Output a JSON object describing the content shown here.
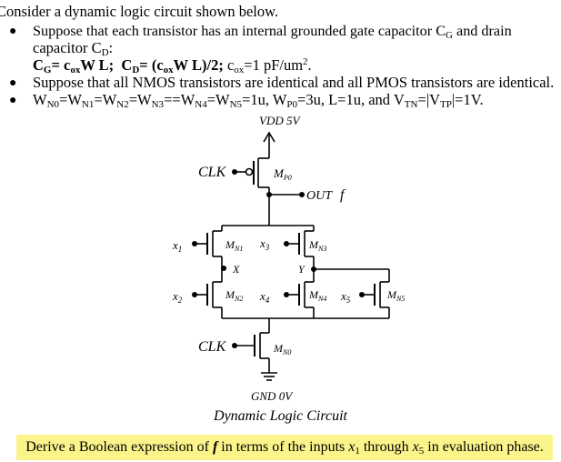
{
  "problem": {
    "intro": "Consider a dynamic logic circuit shown below.",
    "bullets": [
      {
        "text_line1": "Suppose that each transistor has an internal grounded gate capacitor C",
        "cg_sub": "G",
        "text_and": " and drain",
        "text_line2": "capacitor C",
        "cd_sub": "D",
        "text_colon": ":",
        "formula_cg": "C",
        "formula_cg_sub": "G",
        "formula_cg_eq": "= c",
        "formula_ox_sub": "ox",
        "formula_wl": "W L;",
        "formula_cd": "C",
        "formula_cd_sub": "D",
        "formula_cd_eq": "= (c",
        "formula_cd_ox_sub": "ox",
        "formula_cd_rest": "W L)/2;",
        "formula_cox": "c",
        "formula_cox_sub": "ox",
        "formula_cox_val": "=1 pF/um",
        "formula_cox_sup": "2",
        "formula_cox_end": "."
      },
      {
        "text": "Suppose that all NMOS transistors are identical and all PMOS transistors are identical."
      },
      {
        "w": "W",
        "n0": "N0",
        "n1": "N1",
        "n2": "N2",
        "n3": "N3",
        "n4": "N4",
        "n5": "N5",
        "eq": "=",
        "eq_double": "==",
        "val_1u": "=1u,",
        "wp0": "P0",
        "val_3u": "=3u,",
        "l": "L=1u, and V",
        "vtn": "TN",
        "eq_abs": "=|V",
        "vtp": "TP",
        "end": "|=1V."
      }
    ]
  },
  "circuit": {
    "vdd": "VDD 5V",
    "gnd": "GND 0V",
    "clk_top": "CLK",
    "clk_bottom": "CLK",
    "out": "OUT",
    "f": "f",
    "node_x": "X",
    "node_y": "Y",
    "inputs": [
      "x",
      "x",
      "x",
      "x",
      "x"
    ],
    "input_subs": [
      "1",
      "2",
      "3",
      "4",
      "5"
    ],
    "transistors": {
      "mp0": "M",
      "mp0_sub": "P0",
      "mn0": "M",
      "mn0_sub": "N0",
      "mn1": "M",
      "mn1_sub": "N1",
      "mn2": "M",
      "mn2_sub": "N2",
      "mn3": "M",
      "mn3_sub": "N3",
      "mn4": "M",
      "mn4_sub": "N4",
      "mn5": "M",
      "mn5_sub": "N5"
    }
  },
  "caption": "Dynamic Logic Circuit",
  "question": {
    "pre": "Derive a Boolean expression of ",
    "f": "f",
    "mid": " in terms of the inputs ",
    "x1": "x",
    "x1_sub": "1",
    "through": " through ",
    "x5": "x",
    "x5_sub": "5",
    "post": " in evaluation phase."
  }
}
